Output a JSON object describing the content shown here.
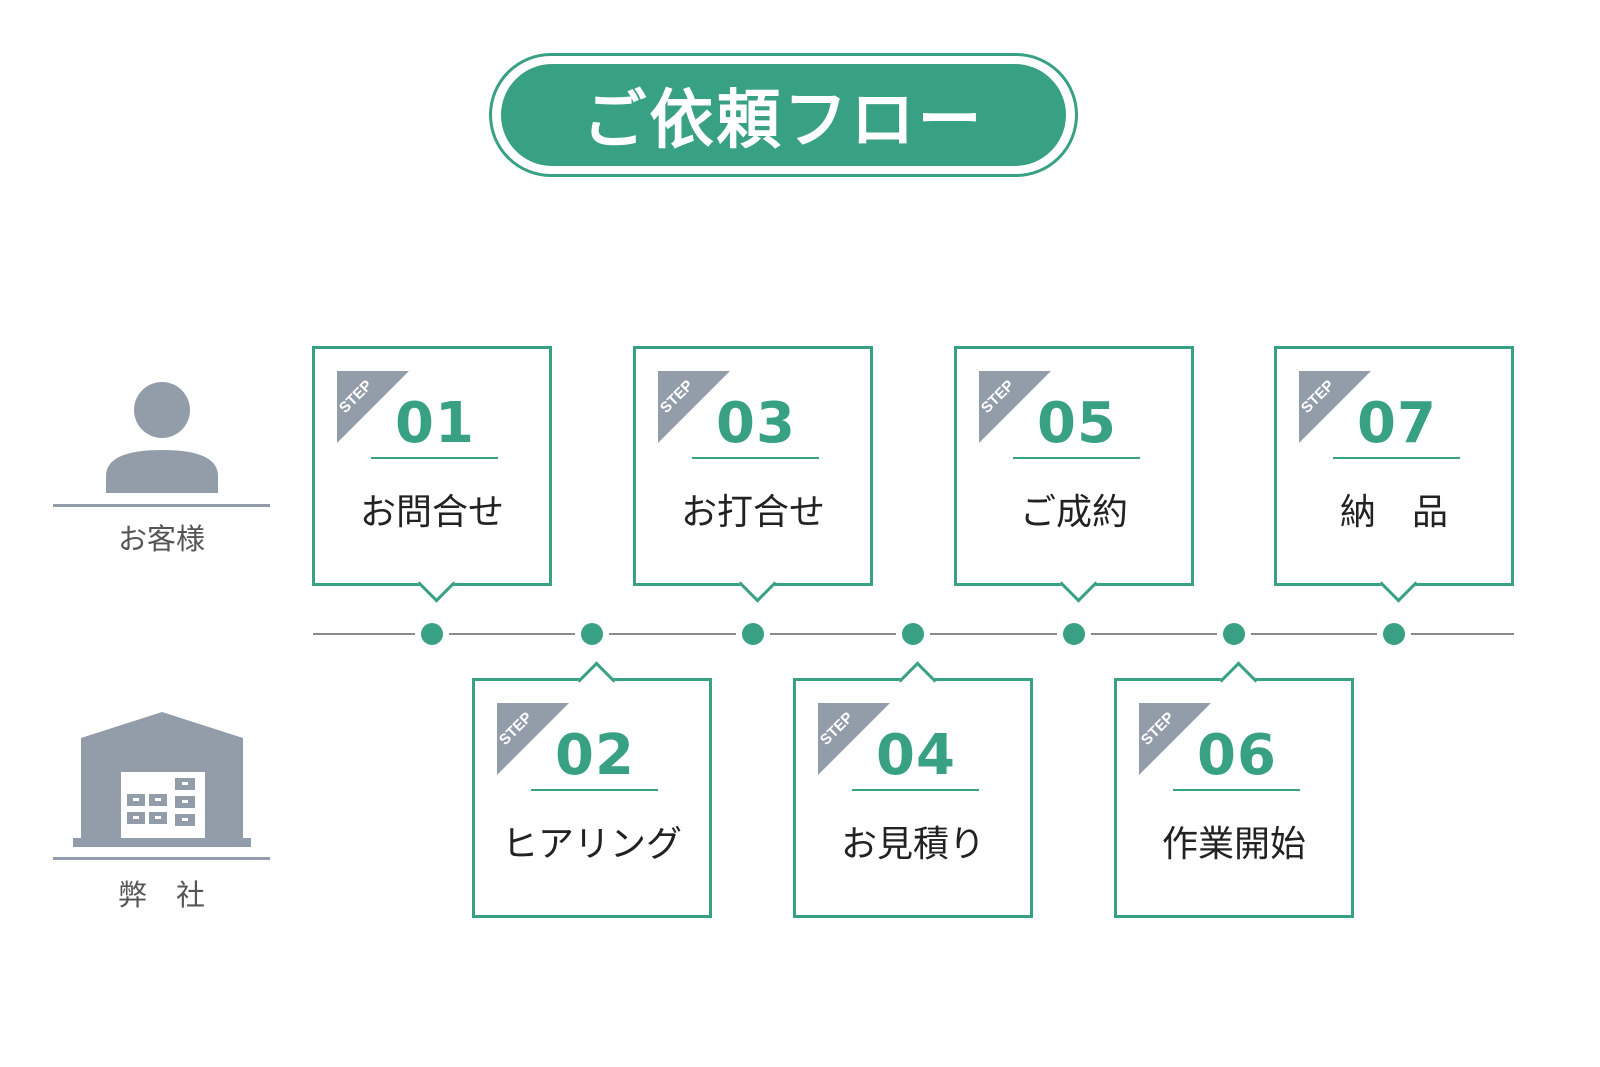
{
  "title": "ご依頼フロー",
  "actors": {
    "customer": "お客様",
    "company": "弊　社"
  },
  "steps": [
    {
      "tag": "STEP",
      "number": "01",
      "label": "お問合せ",
      "side": "お客様"
    },
    {
      "tag": "STEP",
      "number": "02",
      "label": "ヒアリング",
      "side": "弊　社"
    },
    {
      "tag": "STEP",
      "number": "03",
      "label": "お打合せ",
      "side": "お客様"
    },
    {
      "tag": "STEP",
      "number": "04",
      "label": "お見積り",
      "side": "弊　社"
    },
    {
      "tag": "STEP",
      "number": "05",
      "label": "ご成約",
      "side": "お客様"
    },
    {
      "tag": "STEP",
      "number": "06",
      "label": "作業開始",
      "side": "弊　社"
    },
    {
      "tag": "STEP",
      "number": "07",
      "label": "納　品",
      "side": "お客様"
    }
  ],
  "colors": {
    "accent": "#38a083",
    "icon": "#939ca9"
  },
  "icons": {
    "customer": "person-icon",
    "company": "warehouse-icon"
  }
}
